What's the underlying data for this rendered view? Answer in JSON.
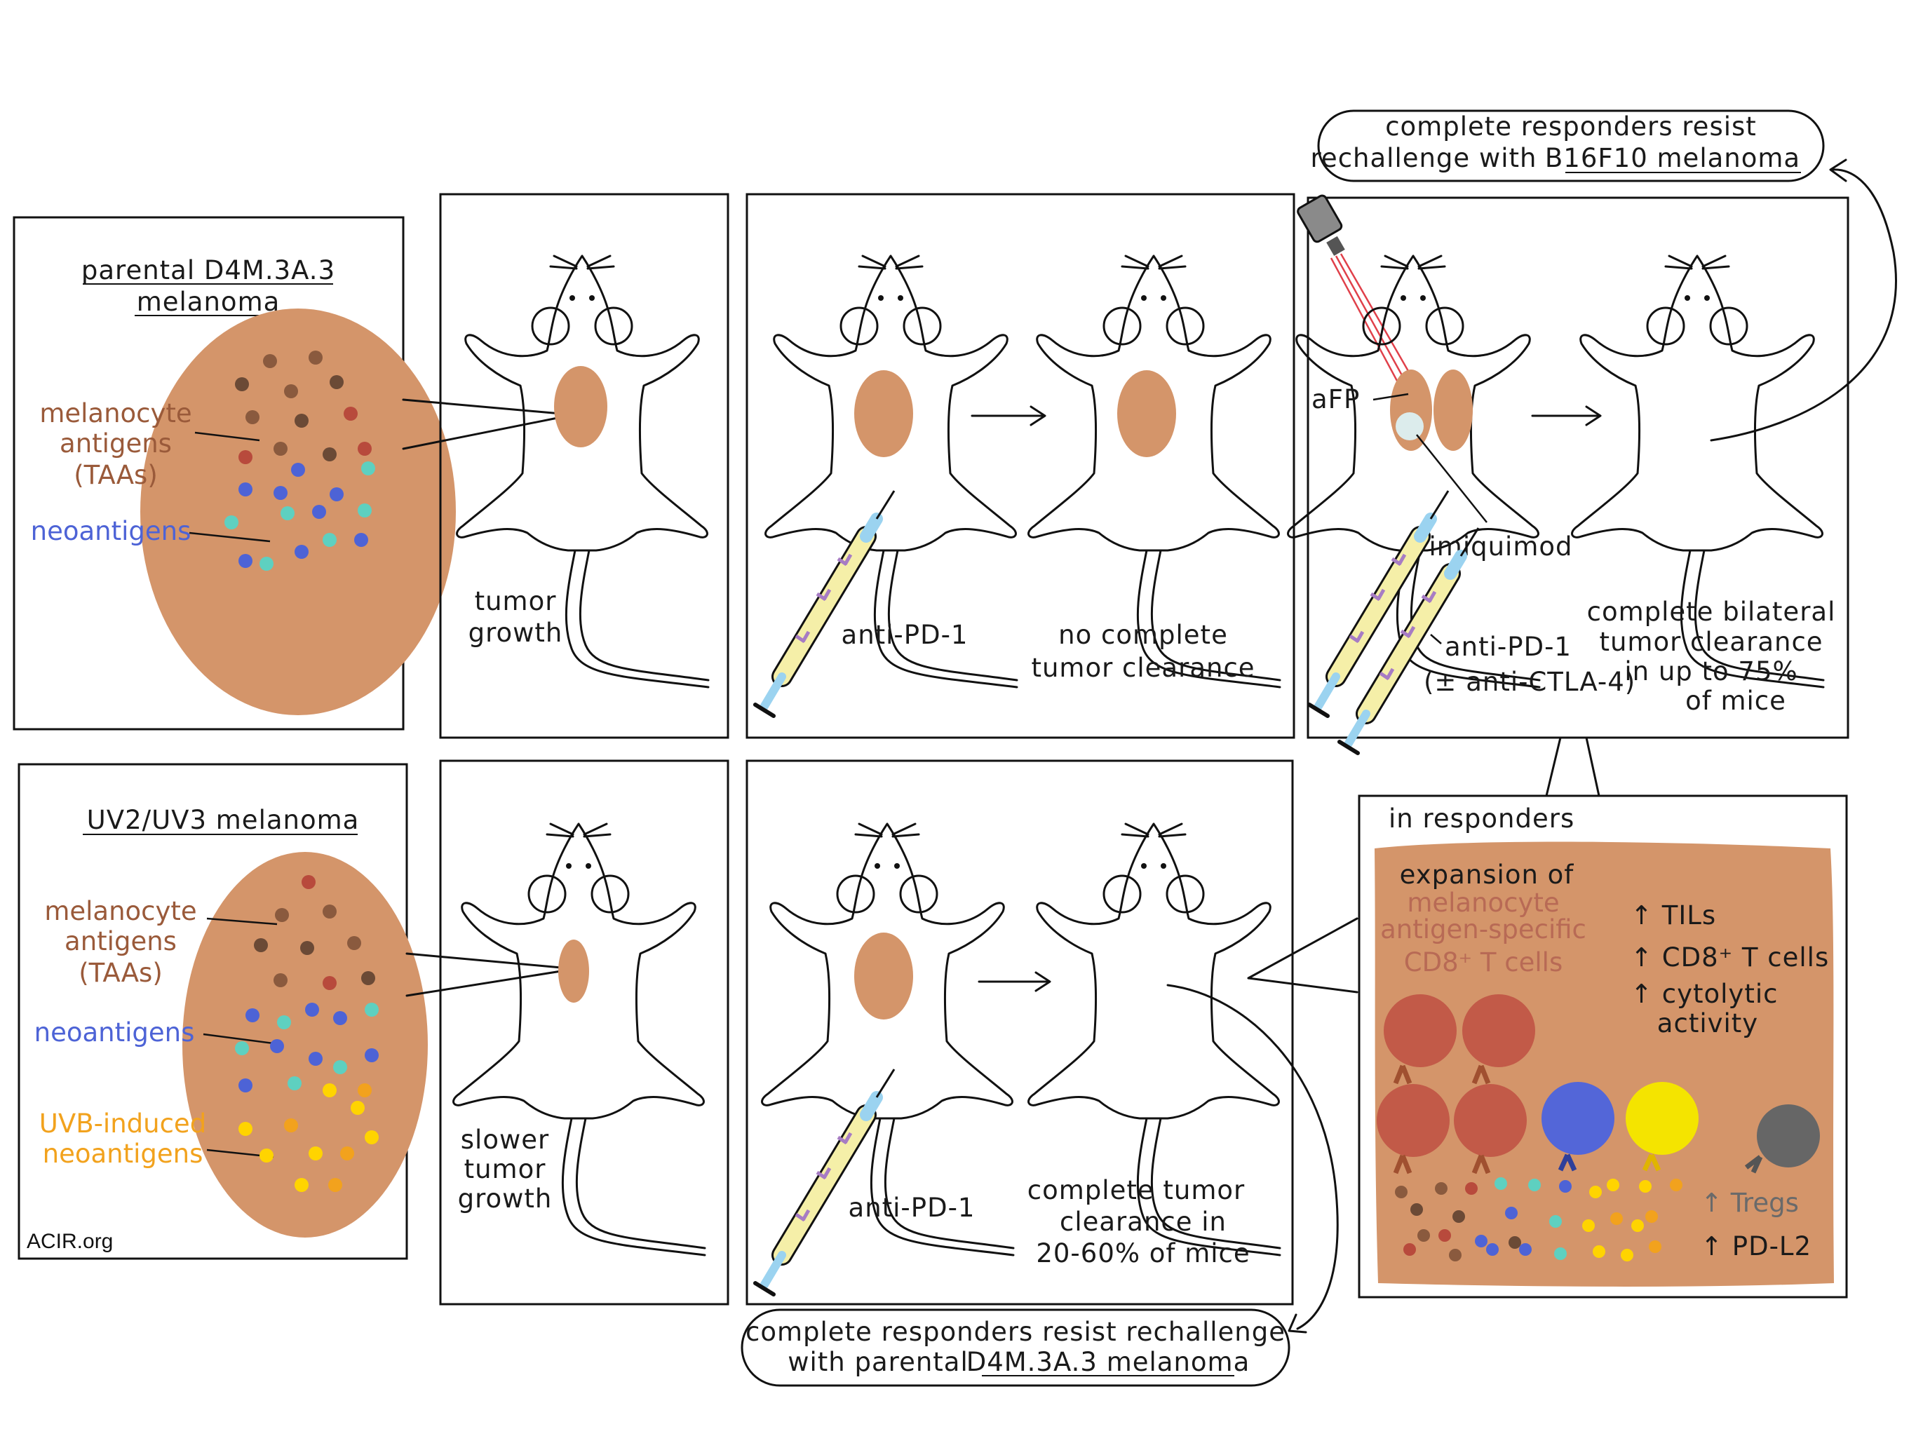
{
  "colors": {
    "tumor": "#d4956a",
    "melanocyte_antigen_dots": [
      "#8a5a3e",
      "#6b4a36",
      "#b84a3c"
    ],
    "neoantigen_dots": [
      "#4d63d6",
      "#5ed0c0"
    ],
    "uvb_neoantigen_dots": [
      "#ffd400",
      "#f2a21d"
    ],
    "cd8_cell": "#c25a48",
    "blue_cell": "#5366d8",
    "yellow_cell": "#f4e400",
    "treg_cell": "#666666",
    "laser": "#e0404a"
  },
  "top_row": {
    "tumor_panel": {
      "title_line1": "parental D4M.3A.3",
      "title_line2": "melanoma",
      "melanocyte_label": [
        "melanocyte",
        "antigens",
        "(TAAs)"
      ],
      "neoantigen_label": "neoantigens"
    },
    "growth_panel": {
      "label": [
        "tumor",
        "growth"
      ]
    },
    "pd1_panel": {
      "drug_label": "anti-PD-1",
      "outcome_label": [
        "no complete",
        "tumor clearance"
      ]
    },
    "combo_panel": {
      "afp_label": "aFP",
      "imiquimod_label": "imiquimod",
      "drug_label_1": "anti-PD-1",
      "drug_label_2": "(± anti-CTLA-4)",
      "outcome_label": [
        "complete bilateral",
        "tumor clearance",
        "in up to 75%",
        "of mice"
      ]
    },
    "rechallenge_bubble": {
      "line1": "complete responders resist",
      "line2_prefix": "rechallenge with ",
      "line2_underlined": "B16F10 melanoma"
    }
  },
  "bottom_row": {
    "tumor_panel": {
      "title": "UV2/UV3  melanoma",
      "melanocyte_label": [
        "melanocyte",
        "antigens",
        "(TAAs)"
      ],
      "neoantigen_label": "neoantigens",
      "uvb_label": [
        "UVB-induced",
        "neoantigens"
      ]
    },
    "growth_panel": {
      "label": [
        "slower",
        "tumor",
        "growth"
      ]
    },
    "pd1_panel": {
      "drug_label": "anti-PD-1",
      "outcome_label": [
        "complete tumor",
        "clearance in",
        "20-60% of mice"
      ]
    },
    "responders_panel": {
      "title": "in responders",
      "expansion_line1": "expansion of",
      "expansion_faint": [
        "melanocyte",
        "antigen-specific",
        "CD8⁺ T cells"
      ],
      "increase_items": [
        "↑ TILs",
        "↑ CD8⁺ T cells",
        "↑ cytolytic",
        "activity"
      ],
      "treg_label": "↑ Tregs",
      "pdl2_label": "↑ PD-L2"
    },
    "rechallenge_bubble": {
      "line1": "complete responders resist rechallenge",
      "line2_prefix": "with parental ",
      "line2_underlined": "D4M.3A.3 melanoma"
    }
  },
  "credit": "ACIR.org"
}
